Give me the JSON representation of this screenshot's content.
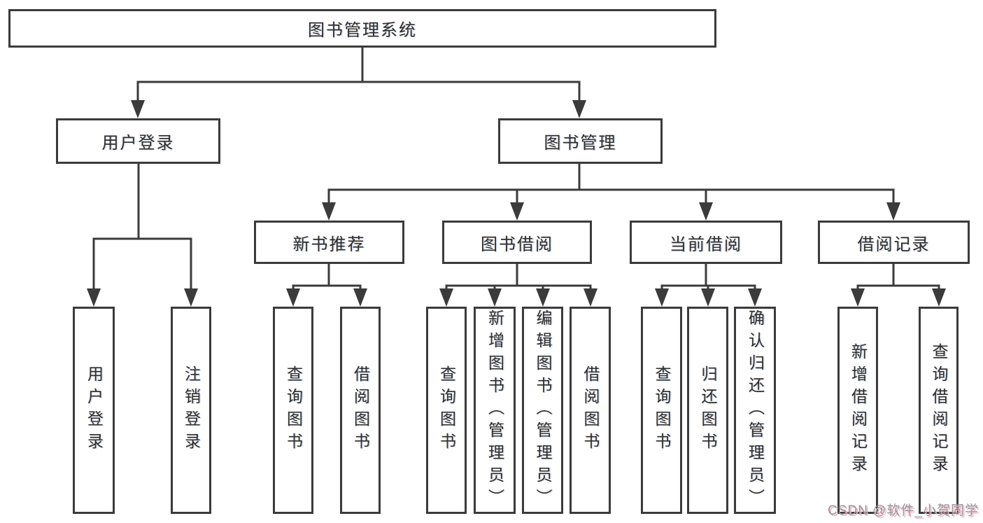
{
  "diagram": {
    "tree": {
      "label": "图书管理系统",
      "children": [
        {
          "label": "用户登录",
          "children": [
            {
              "label": "用户登录"
            },
            {
              "label": "注销登录"
            }
          ]
        },
        {
          "label": "图书管理",
          "children": [
            {
              "label": "新书推荐",
              "children": [
                {
                  "label": "查询图书"
                },
                {
                  "label": "借阅图书"
                }
              ]
            },
            {
              "label": "图书借阅",
              "children": [
                {
                  "label": "查询图书"
                },
                {
                  "label": "新增图书（管理员）"
                },
                {
                  "label": "编辑图书（管理员）"
                },
                {
                  "label": "借阅图书"
                }
              ]
            },
            {
              "label": "当前借阅",
              "children": [
                {
                  "label": "查询图书"
                },
                {
                  "label": "归还图书"
                },
                {
                  "label": "确认归还（管理员）"
                }
              ]
            },
            {
              "label": "借阅记录",
              "children": [
                {
                  "label": "新增借阅记录"
                },
                {
                  "label": "查询借阅记录"
                }
              ]
            }
          ]
        }
      ]
    },
    "watermark": {
      "text": "CSDN @软件_小贺同学"
    },
    "colors": {
      "line": "#3b3b3b",
      "box_border": "#3b3b3b",
      "text": "#2e2e2e",
      "background": "#ffffff",
      "watermark_text": "#98989f",
      "watermark_shadow": "#efb3c1"
    }
  }
}
